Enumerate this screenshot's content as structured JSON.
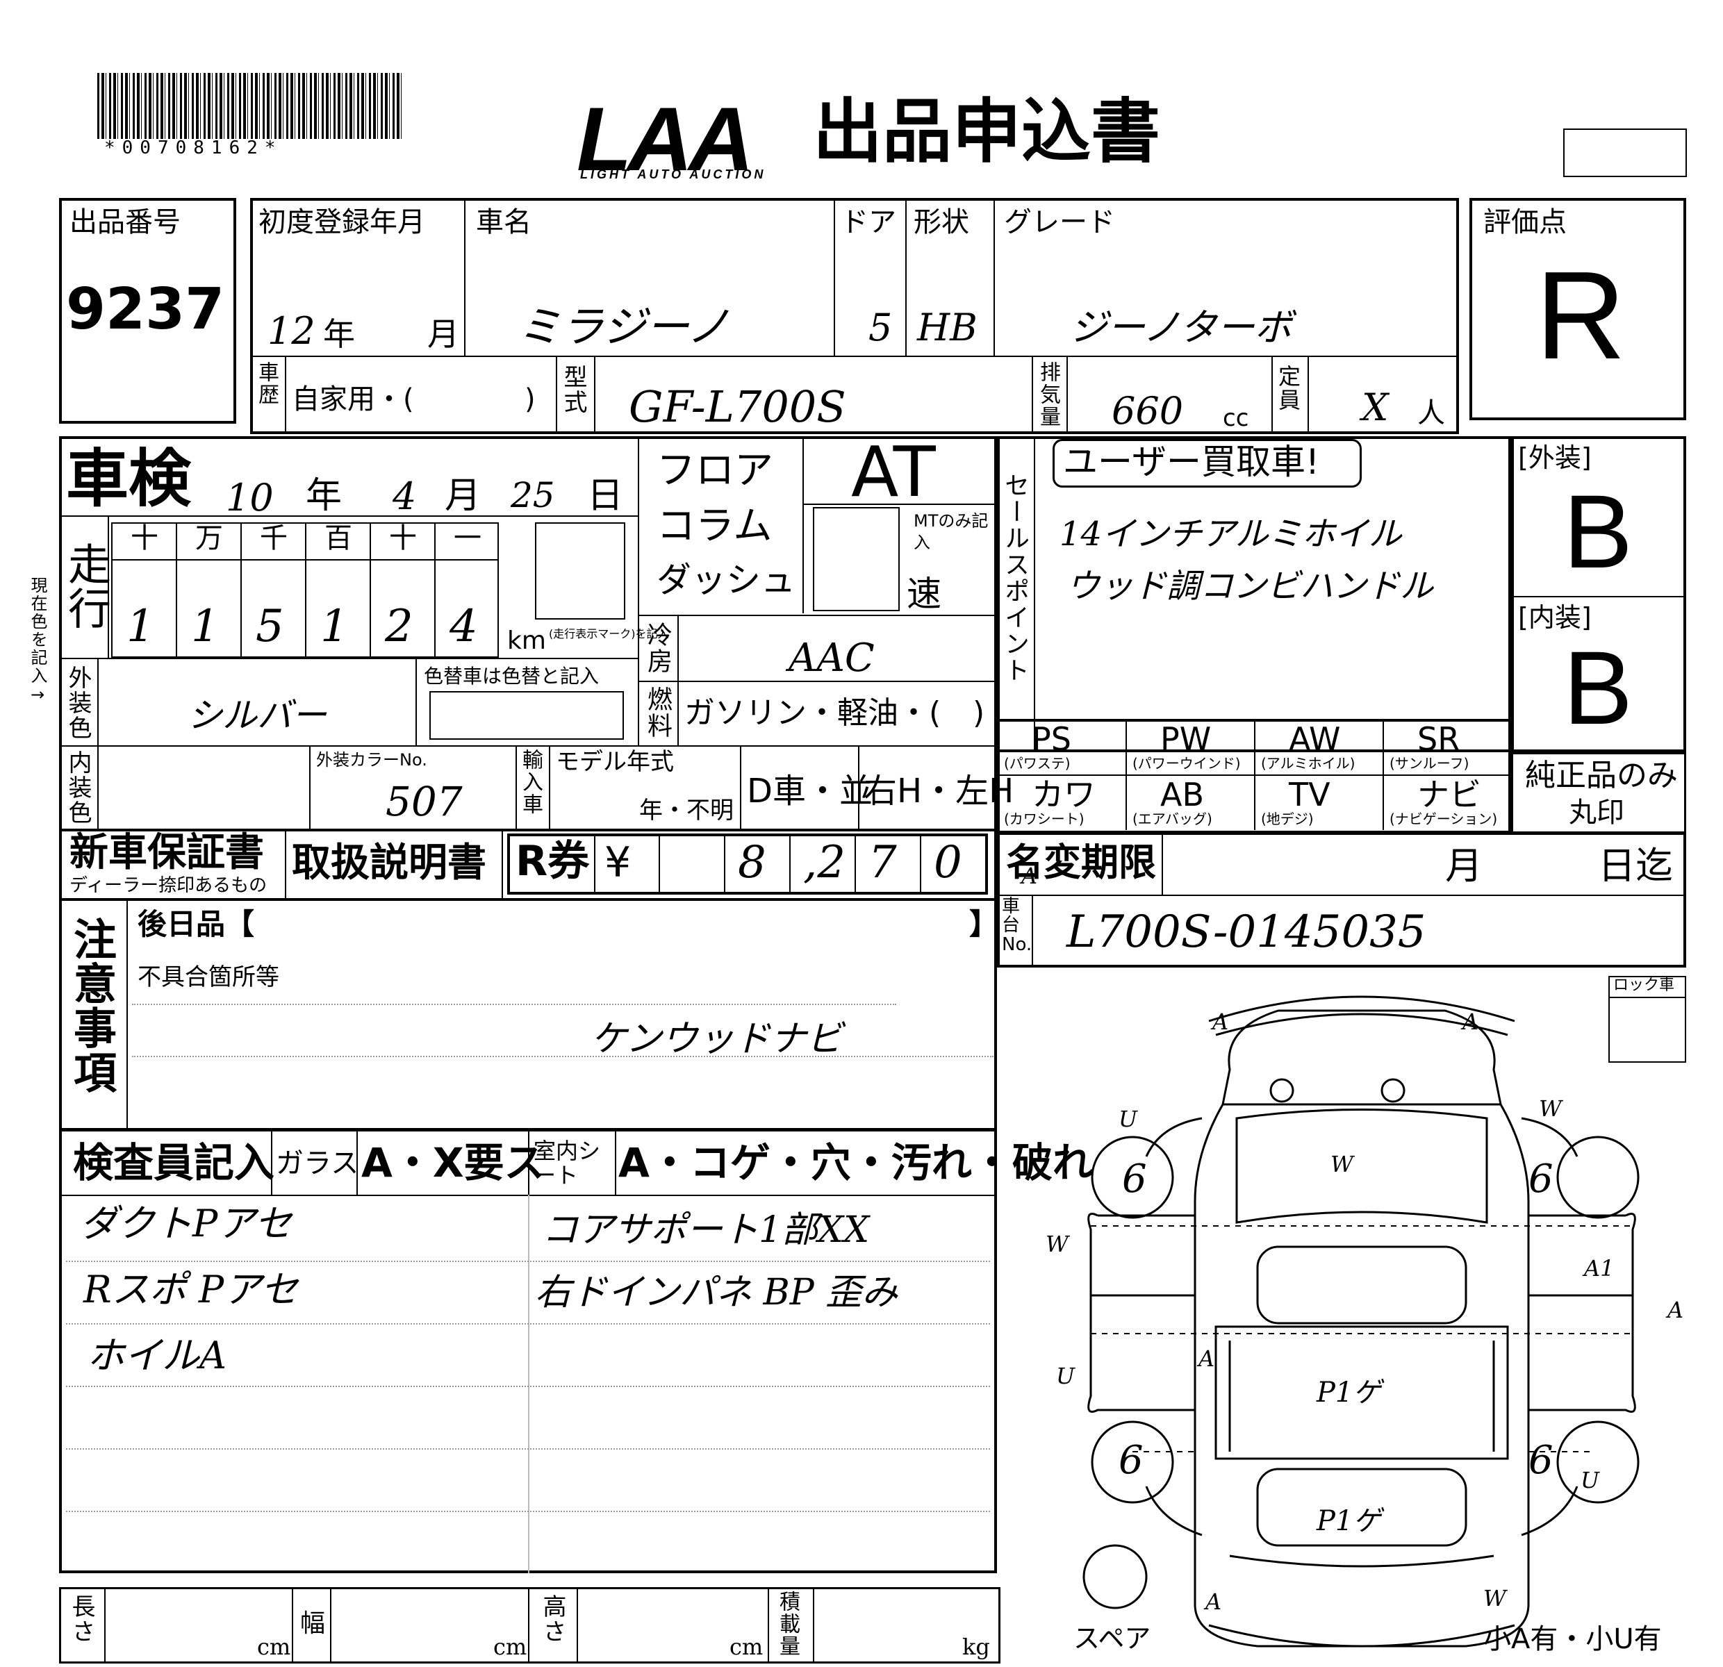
{
  "header": {
    "barcode_number": "*00708162*",
    "logo_text": "LAA",
    "logo_sub": "LIGHT AUTO AUCTION",
    "title": "出品申込書"
  },
  "listing": {
    "label": "出品番号",
    "value": "9237"
  },
  "registration": {
    "label": "初度登録年月",
    "year": "12",
    "year_unit": "年",
    "month_unit": "月"
  },
  "car_name": {
    "label": "車名",
    "value": "ミラジーノ"
  },
  "door": {
    "label": "ドア",
    "value": "5"
  },
  "shape": {
    "label": "形状",
    "value": "HB"
  },
  "grade": {
    "label": "グレード",
    "value": "ジーノターボ"
  },
  "score": {
    "label": "評価点",
    "value": "R"
  },
  "history": {
    "label": "車歴",
    "value": "自家用・(",
    "close": ")"
  },
  "model": {
    "label": "型式",
    "value": "GF-L700S"
  },
  "displacement": {
    "label": "排気量",
    "value": "660",
    "unit": "cc"
  },
  "capacity": {
    "label": "定員",
    "value": "X",
    "unit": "人"
  },
  "inspection": {
    "label": "車検",
    "year": "10",
    "year_unit": "年",
    "month": "4",
    "month_unit": "月",
    "day": "25",
    "day_unit": "日"
  },
  "shift": {
    "floor": "フロア",
    "column": "コラム",
    "dash": "ダッシュ",
    "at": "AT",
    "mt_note": "MTのみ記入",
    "speed": "速"
  },
  "mileage": {
    "label": "走行",
    "headers": [
      "十",
      "万",
      "千",
      "百",
      "十",
      "一"
    ],
    "digits": [
      "1",
      "1",
      "5",
      "1",
      "2",
      "4"
    ],
    "unit": "km",
    "note": "(走行表示マーク)を記入"
  },
  "ac": {
    "label": "冷房",
    "value": "AAC"
  },
  "fuel": {
    "label": "燃料",
    "value": "ガソリン・軽油・(",
    "close": ")"
  },
  "exterior_color": {
    "label": "外装色",
    "value": "シルバー",
    "repaint_label": "色替車は色替と記入"
  },
  "interior_color": {
    "label": "内装色",
    "color_no_label": "外装カラーNo.",
    "color_no": "507"
  },
  "import": {
    "label": "輸入車"
  },
  "model_year": {
    "label": "モデル年式",
    "suffix": "年・不明"
  },
  "d_car": "D車・並",
  "steering": "右H・左H",
  "warranty": {
    "label": "新車保証書",
    "sub": "ディーラー捺印あるもの"
  },
  "manual": {
    "label": "取扱説明書"
  },
  "recycle": {
    "label": "R券",
    "yen": "¥",
    "digits": [
      "",
      "8",
      ",2",
      "7",
      "0"
    ]
  },
  "sales_points": {
    "label": "セールスポイント",
    "stamp": "ユーザー買取車!",
    "lines": [
      "14インチアルミホイル",
      "ウッド調コンビハンドル"
    ]
  },
  "options": [
    {
      "code": "PS",
      "name": "(パワステ)"
    },
    {
      "code": "PW",
      "name": "(パワーウインド)"
    },
    {
      "code": "AW",
      "name": "(アルミホイル)"
    },
    {
      "code": "SR",
      "name": "(サンルーフ)"
    },
    {
      "code": "カワ",
      "name": "(カワシート)"
    },
    {
      "code": "AB",
      "name": "(エアバッグ)"
    },
    {
      "code": "TV",
      "name": "(地デジ)"
    },
    {
      "code": "ナビ",
      "name": "(ナビゲーション)"
    }
  ],
  "genuine_only": {
    "line1": "純正品のみ",
    "line2": "丸印"
  },
  "exterior_grade": {
    "label": "[外装]",
    "value": "B"
  },
  "interior_grade": {
    "label": "[内装]",
    "value": "B"
  },
  "name_change": {
    "label": "名変期限",
    "month": "月",
    "day": "日迄"
  },
  "chassis": {
    "label": "車台No.",
    "value": "L700S-0145035"
  },
  "notes": {
    "label": "注意事項",
    "later_items": "後日品【",
    "later_close": "】",
    "defects": "不具合箇所等",
    "text": "ケンウッドナビ"
  },
  "inspector": {
    "label": "検査員記入",
    "glass_label": "ガラス",
    "glass_value": "A・X要ス",
    "seat_label": "室内シート",
    "seat_value": "A・コゲ・穴・汚れ・破れ",
    "notes": [
      "ダクトPアセ",
      "Rスポ Pアセ",
      "ホイルA",
      "コアサポート1部XX",
      "右ドインパネ BP 歪み"
    ]
  },
  "lock_car": "ロック車",
  "diagram": {
    "tire_depth": [
      "6",
      "6",
      "6",
      "6"
    ],
    "marks": [
      "A",
      "A",
      "U",
      "W",
      "W",
      "A1",
      "W",
      "U",
      "A",
      "U",
      "A",
      "W",
      "A",
      "A"
    ],
    "notes": [
      "P1ゲ",
      "P1ゲ"
    ],
    "spare_label": "スペア",
    "small_label": "小A有・小U有"
  },
  "dimensions": {
    "length": "長さ",
    "width": "幅",
    "height": "高さ",
    "load": "積載量",
    "cm": "cm",
    "kg": "kg"
  }
}
